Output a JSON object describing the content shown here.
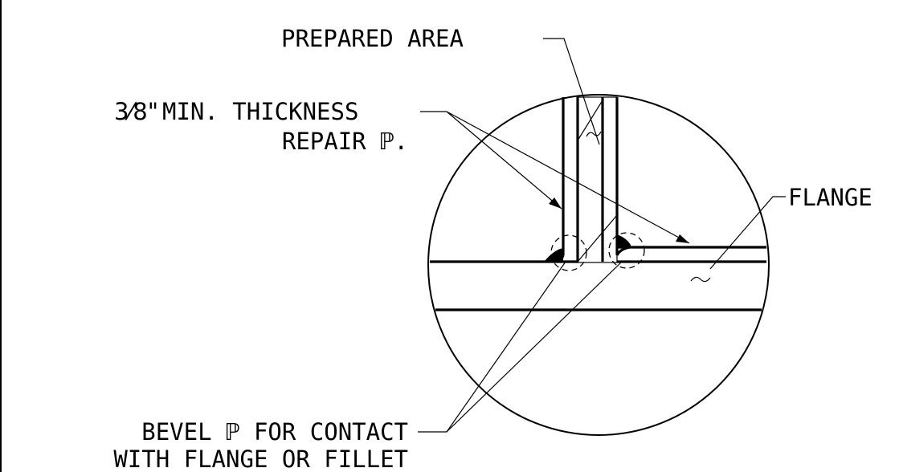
{
  "labels": {
    "prepared_area": "PREPARED AREA",
    "thickness_fraction": "3⁄8\"",
    "thickness_line1": "MIN. THICKNESS",
    "repair_plate": "REPAIR ℙ.",
    "flange": "FLANGE",
    "bevel_line1": "BEVEL ℙ FOR CONTACT",
    "bevel_line2": "WITH FLANGE OR FILLET"
  },
  "symbols": {
    "plate_symbol": "plate-centerline-symbol",
    "filler_symbol": "tilde-filler-symbol"
  }
}
